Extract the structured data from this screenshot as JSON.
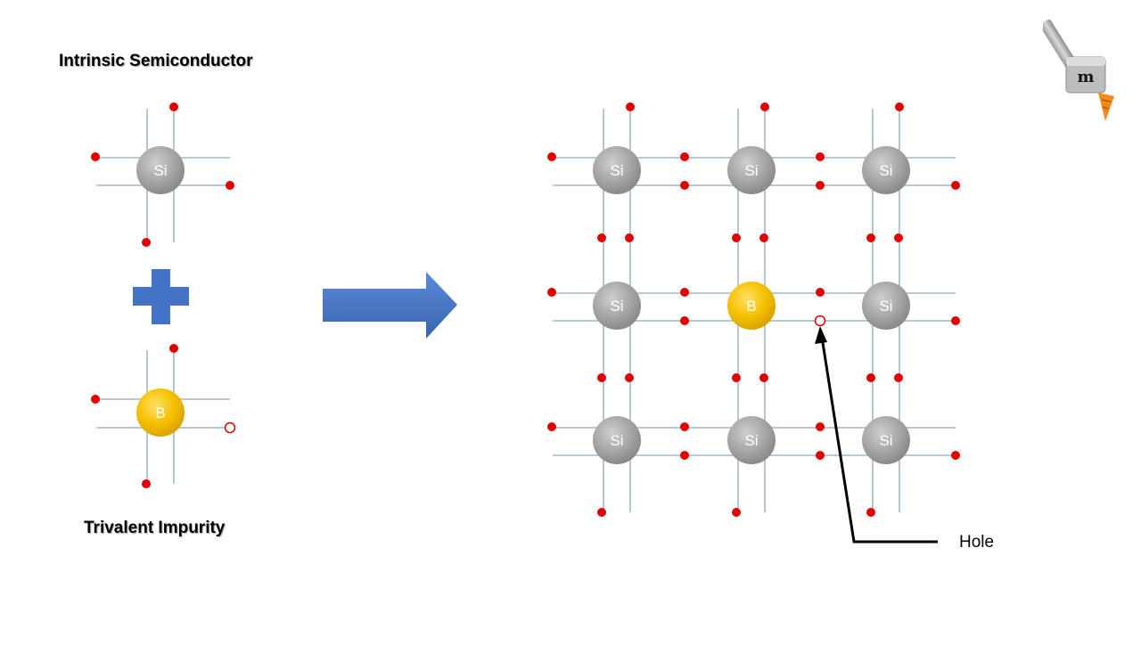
{
  "labels": {
    "intrinsic_title": "Intrinsic Semiconductor",
    "trivalent_title": "Trivalent Impurity",
    "hole": "Hole"
  },
  "atoms": {
    "silicon_symbol": "Si",
    "boron_symbol": "B"
  },
  "lattice": {
    "grid": [
      [
        "Si",
        "Si",
        "Si"
      ],
      [
        "Si",
        "B",
        "Si"
      ],
      [
        "Si",
        "Si",
        "Si"
      ]
    ]
  },
  "colors": {
    "silicon": "#a6a6a6",
    "boron": "#f5c000",
    "electron": "#e00000",
    "bond_line": "#8ea9bd",
    "arrow_fill": "#4472c4",
    "plus_fill": "#4472c4"
  },
  "icons": {
    "logo": "hammer-logo-icon",
    "plus": "plus-icon",
    "arrow": "right-arrow-icon"
  }
}
